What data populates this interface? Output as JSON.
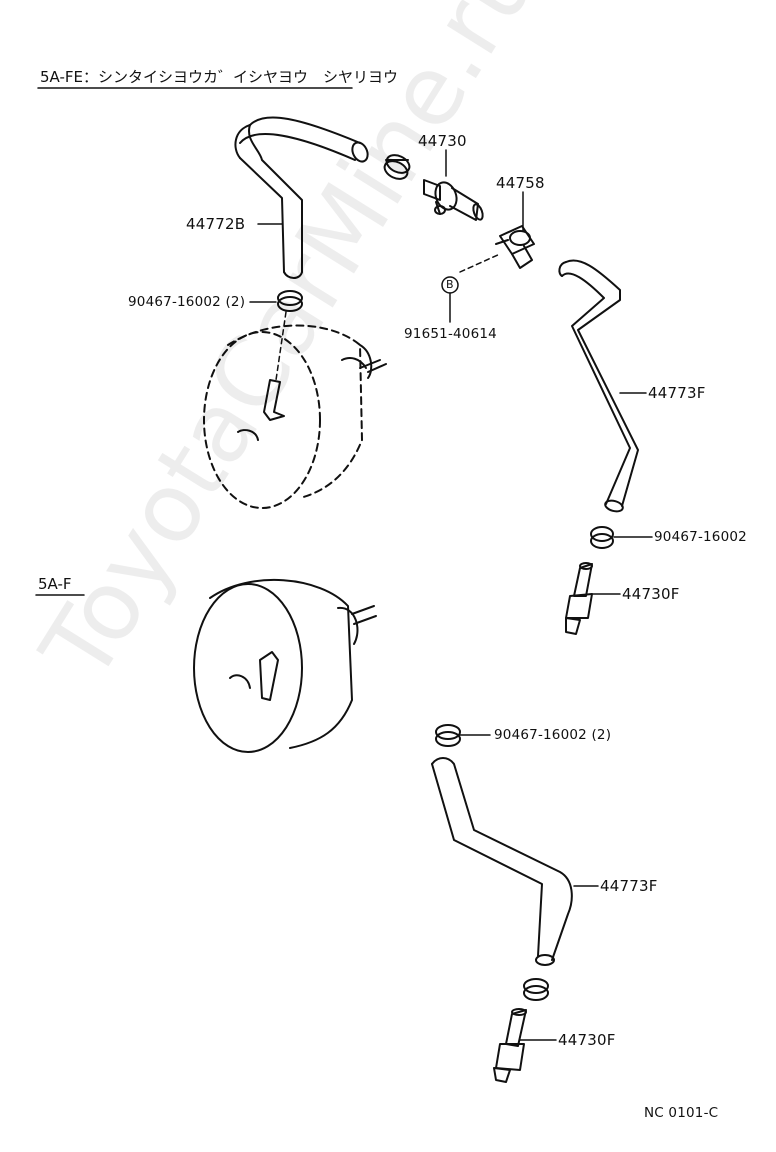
{
  "section_1": {
    "title": "5A-FE：シンタイシヨウカ゛イシヤヨウ　シヤリヨウ"
  },
  "section_2": {
    "title": "5A-F"
  },
  "parts": {
    "p44730": "44730",
    "p44758": "44758",
    "p44772B": "44772B",
    "clamp_top": "90467-16002 (2)",
    "bolt_ref": "91651-40614",
    "ref_b": "B",
    "p44773F_a": "44773F",
    "clamp_mid": "90467-16002",
    "p44730F_a": "44730F",
    "clamp_low": "90467-16002 (2)",
    "p44773F_b": "44773F",
    "p44730F_b": "44730F"
  },
  "footer": {
    "code": "NC 0101-C"
  },
  "watermark": {
    "text": "ToyotaCarMine.ru"
  }
}
